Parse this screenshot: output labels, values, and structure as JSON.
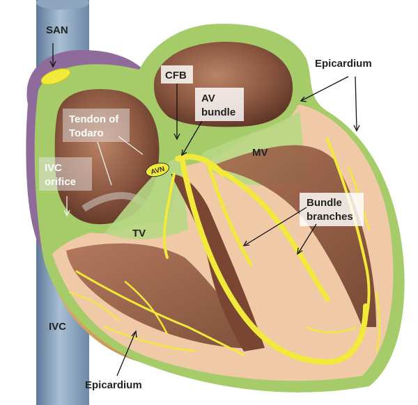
{
  "labels": {
    "san": "SAN",
    "cfb": "CFB",
    "av_bundle_1": "AV",
    "av_bundle_2": "bundle",
    "epicardium_top": "Epicardium",
    "tendon_1": "Tendon of",
    "tendon_2": "Todaro",
    "ivc_orifice_1": "IVC",
    "ivc_orifice_2": "orifice",
    "mv": "MV",
    "tv": "TV",
    "avn": "AVN",
    "bundle_branches_1": "Bundle",
    "bundle_branches_2": "branches",
    "ivc": "IVC",
    "epicardium_bottom": "Epicardium"
  },
  "colors": {
    "vessel": "#7d97b3",
    "atrium_purple": "#8e6b9a",
    "epicardium_green": "#a6cc6a",
    "chamber_brown": "#8a5640",
    "myocardium_tan": "#f0c9a6",
    "conduction_yellow": "#f2ea3a",
    "fat_orange": "#d7a461"
  }
}
